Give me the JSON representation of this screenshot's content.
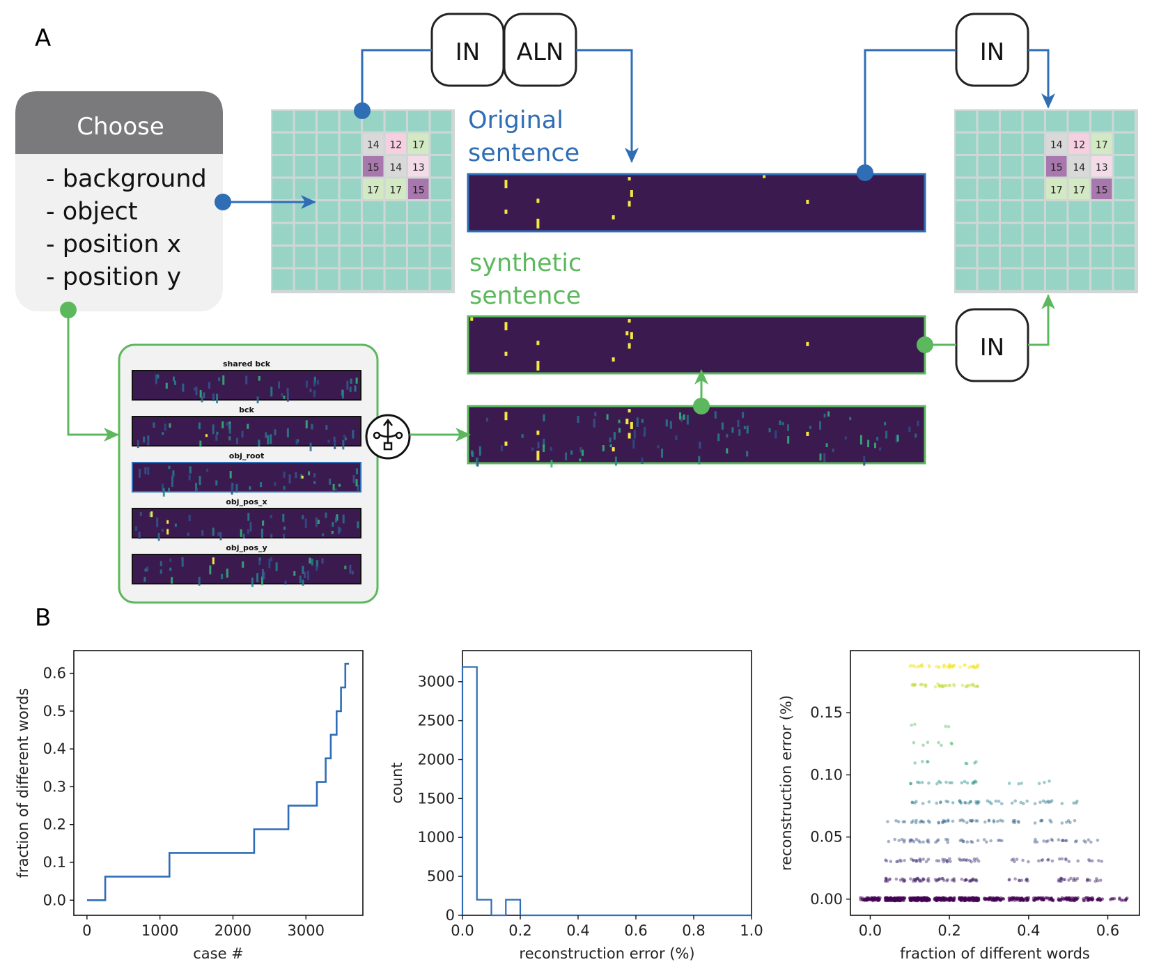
{
  "panel_a": {
    "label": "A",
    "choose_box": {
      "header": "Choose",
      "items": [
        "- background",
        "- object",
        "- position x",
        "- position y"
      ]
    },
    "operators": {
      "in": "IN",
      "aln": "ALN"
    },
    "grid": {
      "cells": [
        [
          "14",
          "12",
          "17"
        ],
        [
          "15",
          "14",
          "13"
        ],
        [
          "17",
          "17",
          "15"
        ]
      ]
    },
    "original_label": [
      "Original",
      "sentence"
    ],
    "synthetic_label": [
      "synthetic",
      "sentence"
    ],
    "stack_titles": [
      "shared bck",
      "bck",
      "obj_root",
      "obj_pos_x",
      "obj_pos_y"
    ],
    "colors": {
      "blue": "#2f6db5",
      "green": "#5cb85c",
      "teal": "#98d4c6",
      "viridis_bg": "#3b1b4f",
      "yellow": "#f5e642"
    }
  },
  "panel_b": {
    "label": "B",
    "chart_data": [
      {
        "type": "line",
        "step": true,
        "xlabel": "case #",
        "ylabel": "fraction of different words",
        "xlim": [
          -180,
          3780
        ],
        "ylim": [
          -0.04,
          0.66
        ],
        "xticks": [
          0,
          1000,
          2000,
          3000
        ],
        "yticks": [
          0.0,
          0.1,
          0.2,
          0.3,
          0.4,
          0.5,
          0.6
        ],
        "xticklabels": [
          "0",
          "1000",
          "2000",
          "3000"
        ],
        "yticklabels": [
          "0.0",
          "0.1",
          "0.2",
          "0.3",
          "0.4",
          "0.5",
          "0.6"
        ],
        "x": [
          0,
          250,
          250,
          1130,
          1130,
          2290,
          2290,
          2760,
          2760,
          3150,
          3150,
          3270,
          3270,
          3340,
          3340,
          3420,
          3420,
          3480,
          3480,
          3540,
          3540,
          3590,
          3590
        ],
        "y": [
          0.0,
          0.0,
          0.0625,
          0.0625,
          0.125,
          0.125,
          0.1875,
          0.1875,
          0.25,
          0.25,
          0.3125,
          0.3125,
          0.375,
          0.375,
          0.4375,
          0.4375,
          0.5,
          0.5,
          0.5625,
          0.5625,
          0.625,
          0.625,
          0.625
        ]
      },
      {
        "type": "bar",
        "histogram": true,
        "xlabel": "reconstruction error (%)",
        "ylabel": "count",
        "xlim": [
          0.0,
          1.0
        ],
        "ylim": [
          0,
          3400
        ],
        "xticks": [
          0.0,
          0.2,
          0.4,
          0.6,
          0.8,
          1.0
        ],
        "yticks": [
          0,
          500,
          1000,
          1500,
          2000,
          2500,
          3000
        ],
        "xticklabels": [
          "0.0",
          "0.2",
          "0.4",
          "0.6",
          "0.8",
          "1.0"
        ],
        "yticklabels": [
          "0",
          "500",
          "1000",
          "1500",
          "2000",
          "2500",
          "3000"
        ],
        "bins": [
          0.0,
          0.05,
          0.1,
          0.15,
          0.2,
          0.25,
          1.0
        ],
        "values": [
          3190,
          200,
          0,
          200,
          0,
          0
        ]
      },
      {
        "type": "scatter",
        "xlabel": "fraction of different words",
        "ylabel": "reconstruction error (%)",
        "xlim": [
          -0.05,
          0.68
        ],
        "ylim": [
          -0.013,
          0.2
        ],
        "xticks": [
          0.0,
          0.2,
          0.4,
          0.6
        ],
        "yticks": [
          0.0,
          0.05,
          0.1,
          0.15
        ],
        "xticklabels": [
          "0.0",
          "0.2",
          "0.4",
          "0.6"
        ],
        "yticklabels": [
          "0.00",
          "0.05",
          "0.10",
          "0.15"
        ],
        "colormap": "viridis",
        "clusters": [
          {
            "x": 0.0,
            "y": 0.0,
            "n": 60
          },
          {
            "x": 0.0625,
            "y": 0.0,
            "n": 120
          },
          {
            "x": 0.125,
            "y": 0.0,
            "n": 140
          },
          {
            "x": 0.1875,
            "y": 0.0,
            "n": 90
          },
          {
            "x": 0.25,
            "y": 0.0,
            "n": 90
          },
          {
            "x": 0.3125,
            "y": 0.0,
            "n": 50
          },
          {
            "x": 0.375,
            "y": 0.0,
            "n": 50
          },
          {
            "x": 0.4375,
            "y": 0.0,
            "n": 40
          },
          {
            "x": 0.5,
            "y": 0.0,
            "n": 40
          },
          {
            "x": 0.5625,
            "y": 0.0,
            "n": 30
          },
          {
            "x": 0.625,
            "y": 0.0,
            "n": 12
          },
          {
            "x": 0.0625,
            "y": 0.0156,
            "n": 15
          },
          {
            "x": 0.125,
            "y": 0.0156,
            "n": 20
          },
          {
            "x": 0.1875,
            "y": 0.0156,
            "n": 15
          },
          {
            "x": 0.25,
            "y": 0.0156,
            "n": 15
          },
          {
            "x": 0.375,
            "y": 0.0156,
            "n": 10
          },
          {
            "x": 0.5,
            "y": 0.0156,
            "n": 15
          },
          {
            "x": 0.5625,
            "y": 0.0156,
            "n": 8
          },
          {
            "x": 0.0625,
            "y": 0.03125,
            "n": 8
          },
          {
            "x": 0.125,
            "y": 0.03125,
            "n": 12
          },
          {
            "x": 0.1875,
            "y": 0.03125,
            "n": 10
          },
          {
            "x": 0.25,
            "y": 0.03125,
            "n": 12
          },
          {
            "x": 0.375,
            "y": 0.03125,
            "n": 6
          },
          {
            "x": 0.4375,
            "y": 0.03125,
            "n": 6
          },
          {
            "x": 0.5,
            "y": 0.03125,
            "n": 6
          },
          {
            "x": 0.5625,
            "y": 0.03125,
            "n": 5
          },
          {
            "x": 0.0625,
            "y": 0.0469,
            "n": 6
          },
          {
            "x": 0.125,
            "y": 0.0469,
            "n": 12
          },
          {
            "x": 0.1875,
            "y": 0.0469,
            "n": 6
          },
          {
            "x": 0.25,
            "y": 0.0469,
            "n": 8
          },
          {
            "x": 0.3125,
            "y": 0.0469,
            "n": 6
          },
          {
            "x": 0.4375,
            "y": 0.0469,
            "n": 8
          },
          {
            "x": 0.5,
            "y": 0.0469,
            "n": 8
          },
          {
            "x": 0.5625,
            "y": 0.0469,
            "n": 5
          },
          {
            "x": 0.0625,
            "y": 0.0625,
            "n": 5
          },
          {
            "x": 0.125,
            "y": 0.0625,
            "n": 10
          },
          {
            "x": 0.1875,
            "y": 0.0625,
            "n": 10
          },
          {
            "x": 0.25,
            "y": 0.0625,
            "n": 10
          },
          {
            "x": 0.3125,
            "y": 0.0625,
            "n": 8
          },
          {
            "x": 0.375,
            "y": 0.0625,
            "n": 6
          },
          {
            "x": 0.4375,
            "y": 0.0625,
            "n": 6
          },
          {
            "x": 0.5,
            "y": 0.0625,
            "n": 5
          },
          {
            "x": 0.125,
            "y": 0.078,
            "n": 6
          },
          {
            "x": 0.1875,
            "y": 0.078,
            "n": 6
          },
          {
            "x": 0.25,
            "y": 0.078,
            "n": 14
          },
          {
            "x": 0.3125,
            "y": 0.078,
            "n": 6
          },
          {
            "x": 0.375,
            "y": 0.078,
            "n": 5
          },
          {
            "x": 0.4375,
            "y": 0.078,
            "n": 8
          },
          {
            "x": 0.5,
            "y": 0.078,
            "n": 4
          },
          {
            "x": 0.125,
            "y": 0.094,
            "n": 6
          },
          {
            "x": 0.1875,
            "y": 0.094,
            "n": 6
          },
          {
            "x": 0.25,
            "y": 0.094,
            "n": 8
          },
          {
            "x": 0.375,
            "y": 0.094,
            "n": 3
          },
          {
            "x": 0.4375,
            "y": 0.094,
            "n": 3
          },
          {
            "x": 0.125,
            "y": 0.11,
            "n": 4
          },
          {
            "x": 0.25,
            "y": 0.11,
            "n": 4
          },
          {
            "x": 0.125,
            "y": 0.125,
            "n": 3
          },
          {
            "x": 0.1875,
            "y": 0.125,
            "n": 4
          },
          {
            "x": 0.125,
            "y": 0.14,
            "n": 2
          },
          {
            "x": 0.1875,
            "y": 0.14,
            "n": 2
          },
          {
            "x": 0.125,
            "y": 0.172,
            "n": 12
          },
          {
            "x": 0.1875,
            "y": 0.172,
            "n": 15
          },
          {
            "x": 0.25,
            "y": 0.172,
            "n": 12
          },
          {
            "x": 0.125,
            "y": 0.1875,
            "n": 12
          },
          {
            "x": 0.1875,
            "y": 0.1875,
            "n": 18
          },
          {
            "x": 0.25,
            "y": 0.1875,
            "n": 15
          }
        ]
      }
    ]
  }
}
